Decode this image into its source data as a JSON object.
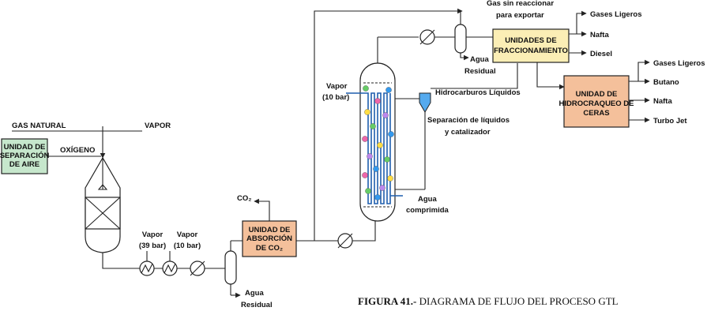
{
  "caption": {
    "bold": "FIGURA 41.-",
    "rest": " DIAGRAMA DE FLUJO DEL PROCESO GTL"
  },
  "units": {
    "air_separation": [
      "UNIDAD DE",
      "SEPARACIÓN",
      "DE AIRE"
    ],
    "absorption": [
      "UNIDAD DE",
      "ABSORCIÓN",
      "DE CO₂"
    ],
    "fractionation": [
      "UNIDADES DE",
      "FRACCIONAMIENTO"
    ],
    "hydrocracking": [
      "UNIDAD DE",
      "HIDROCRAQUEO DE",
      "CERAS"
    ]
  },
  "streams": {
    "gas_natural": "GAS NATURAL",
    "vapor_top": "VAPOR",
    "oxigeno": "OXÍGENO",
    "co2": "CO₂",
    "vapor_39": [
      "Vapor",
      "(39 bar)"
    ],
    "vapor_10a": [
      "Vapor",
      "(10 bar)"
    ],
    "agua_residual_1": [
      "Agua",
      "Residual"
    ],
    "vapor_reactor": [
      "Vapor",
      "(10 bar)"
    ],
    "agua_comprimida": [
      "Agua",
      "comprimida"
    ],
    "hidrocarburos": "Hidrocarburos Líquidos",
    "separacion": [
      "Separación de líquidos",
      "y catalizador"
    ],
    "gas_sin_reaccionar": [
      "Gas sin reaccionar",
      "para exportar"
    ],
    "agua_residual_2": [
      "Agua",
      "Residual"
    ]
  },
  "frac_products": [
    "Gases Ligeros",
    "Nafta",
    "Diesel"
  ],
  "hc_products": [
    "Gases Ligeros",
    "Butano",
    "Nafta",
    "Turbo Jet"
  ],
  "colors": {
    "air_sep_fill": "#c6e7cc",
    "absorption_fill": "#f4c09b",
    "fractionation_fill": "#fbeeb5",
    "hydrocracking_fill": "#f4c09b",
    "reactor_tube": "#1f5fae",
    "particle_colors": [
      "#66cc66",
      "#3399ee",
      "#ee66aa",
      "#ffdd44",
      "#bb88ee"
    ]
  }
}
